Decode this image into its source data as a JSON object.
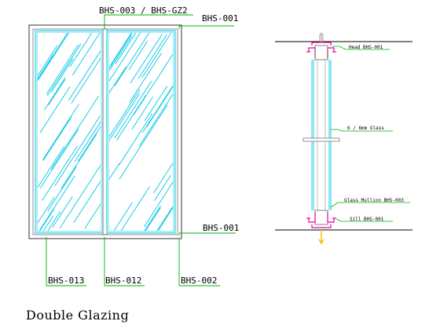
{
  "elevation": {
    "labels": {
      "top_mullion": "BHS-003 / BHS-GZ2",
      "head": "BHS-001",
      "sill": "BHS-001",
      "jamb_left": "BHS-013",
      "mullion_bottom": "BHS-012",
      "jamb_right": "BHS-002"
    }
  },
  "section": {
    "labels": {
      "head": "Head BHS-001",
      "glass": "6 / 6mm Glass",
      "mullion": "Glass Mullion BHS-003",
      "sill": "Sill BHS-001"
    }
  },
  "caption": "Double Glazing",
  "colors": {
    "glass": "#00c8e6",
    "leader": "#00b400",
    "frame": "#555555",
    "bracket": "#e6009a",
    "fixing": "#e6c800"
  }
}
